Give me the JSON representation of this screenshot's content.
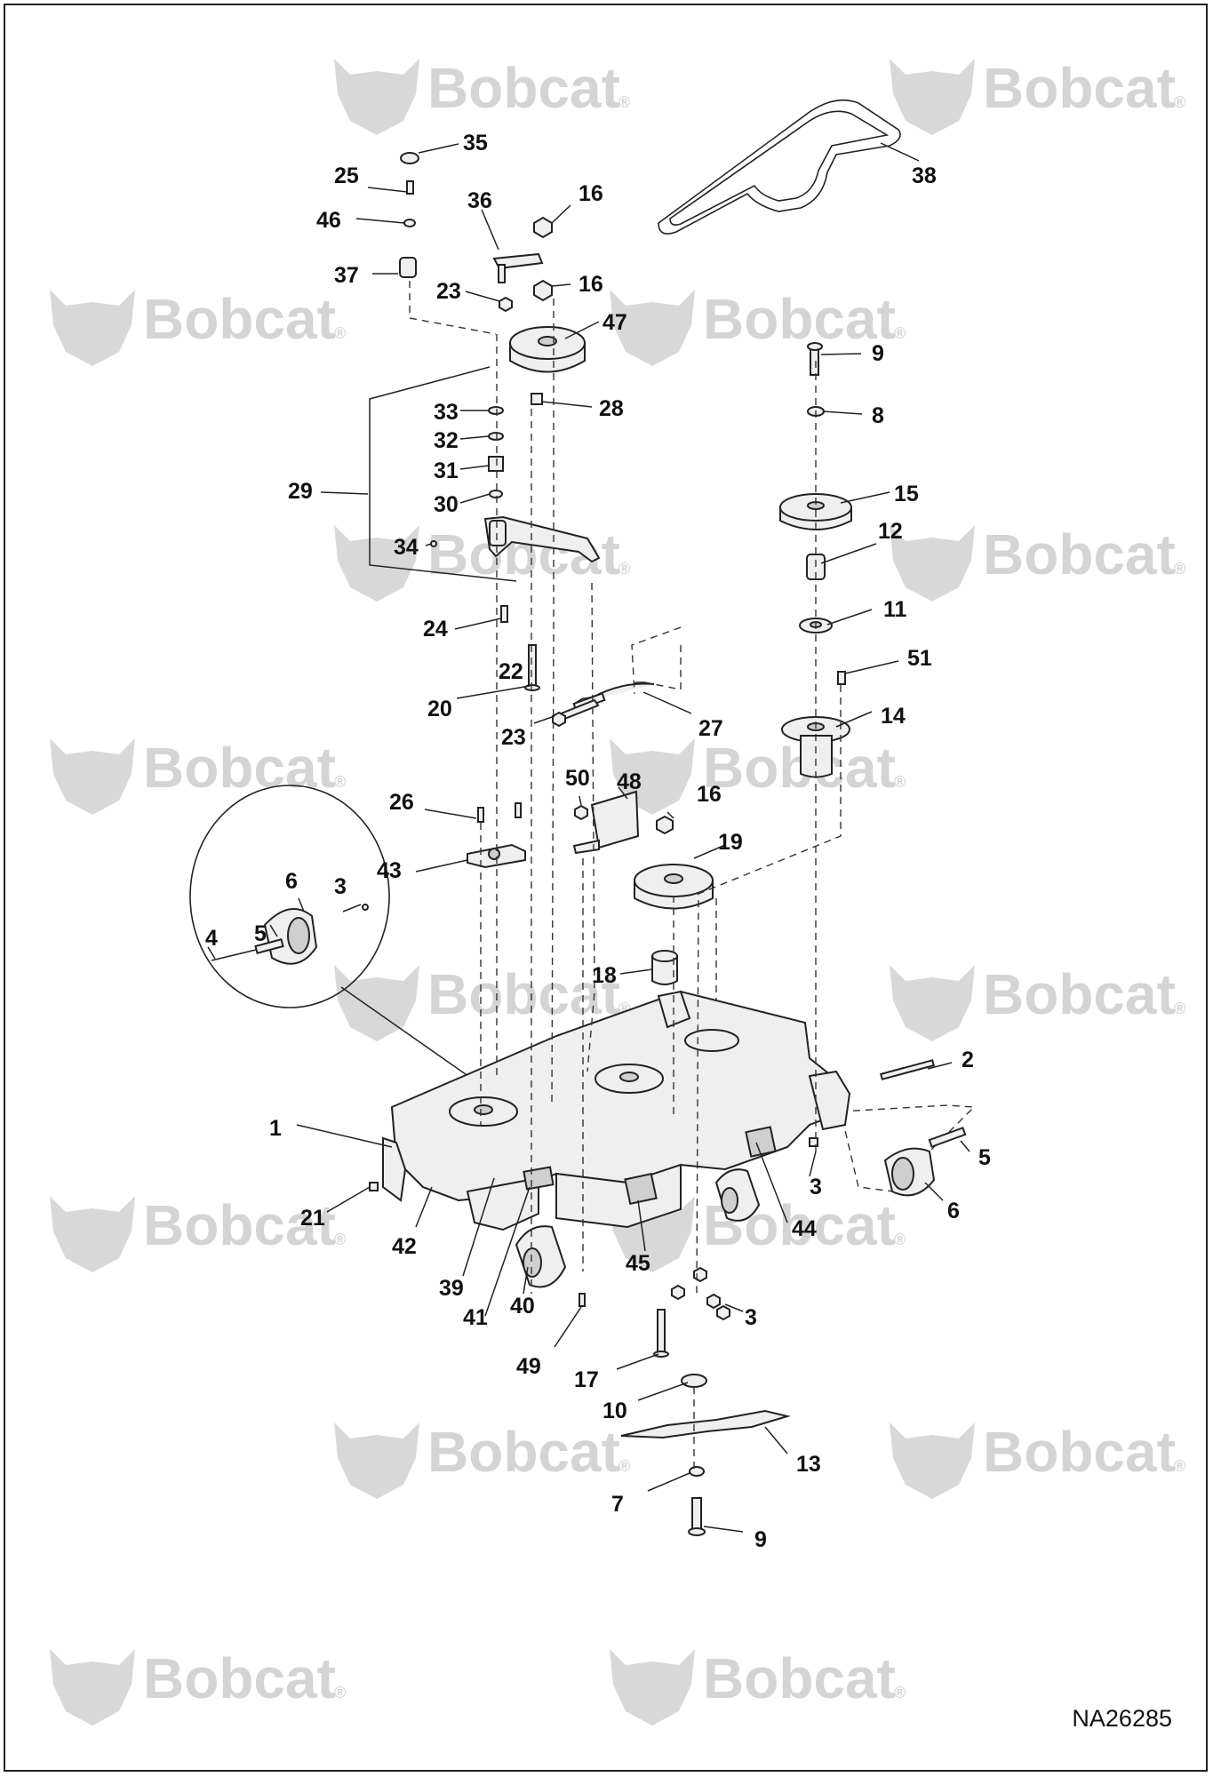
{
  "diagram": {
    "drawing_number": "NA26285",
    "watermark_text": "Bobcat",
    "watermark_mark": "®",
    "watermark_icon": "bobcat-head-logo",
    "callouts": [
      "35",
      "25",
      "46",
      "37",
      "36",
      "16",
      "16",
      "23",
      "47",
      "28",
      "33",
      "32",
      "31",
      "30",
      "29",
      "34",
      "24",
      "20",
      "22",
      "23",
      "27",
      "38",
      "9",
      "8",
      "15",
      "12",
      "11",
      "51",
      "14",
      "26",
      "43",
      "50",
      "48",
      "16",
      "19",
      "18",
      "6",
      "5",
      "3",
      "4",
      "1",
      "21",
      "42",
      "39",
      "41",
      "40",
      "45",
      "49",
      "2",
      "5",
      "3",
      "6",
      "44",
      "3",
      "17",
      "10",
      "13",
      "7",
      "9"
    ]
  }
}
